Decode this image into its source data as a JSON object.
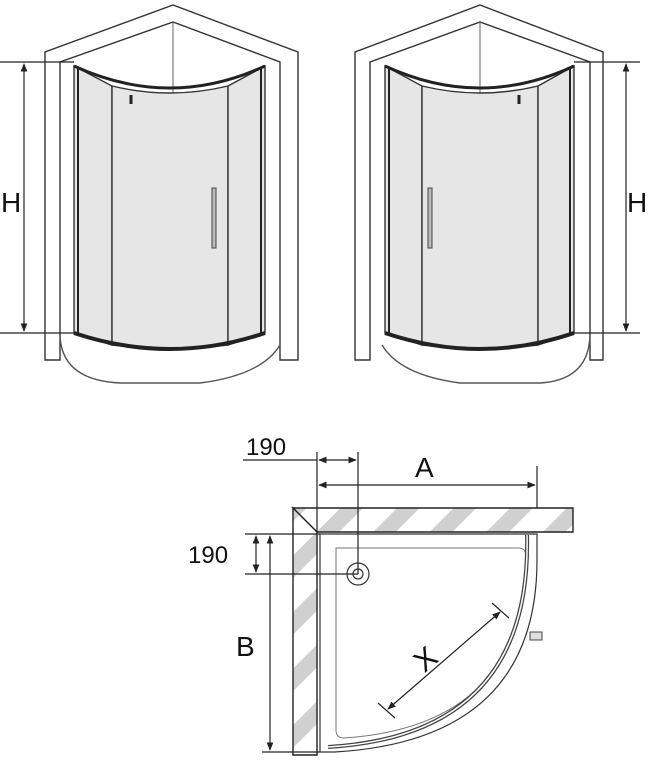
{
  "left_view": {
    "height_label": "H"
  },
  "right_view": {
    "height_label": "H"
  },
  "plan_view": {
    "offset_top_label": "190",
    "width_label": "A",
    "offset_side_label": "190",
    "depth_label": "B",
    "diagonal_label": "X"
  }
}
